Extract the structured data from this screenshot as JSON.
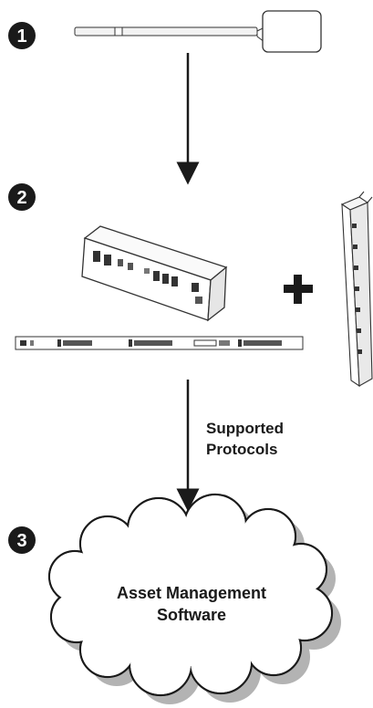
{
  "steps": [
    {
      "number": "1",
      "component": "tag-sensor"
    },
    {
      "number": "2",
      "component": "pdu-units"
    },
    {
      "number": "3",
      "component": "software-cloud"
    }
  ],
  "connector_label": {
    "line1": "Supported",
    "line2": "Protocols"
  },
  "cloud_label": {
    "line1": "Asset Management",
    "line2": "Software"
  },
  "plus_symbol": "+",
  "colors": {
    "ink": "#1a1a1a",
    "outline": "#333333",
    "cloud_shadow": "#b3b3b3",
    "background": "#ffffff"
  }
}
